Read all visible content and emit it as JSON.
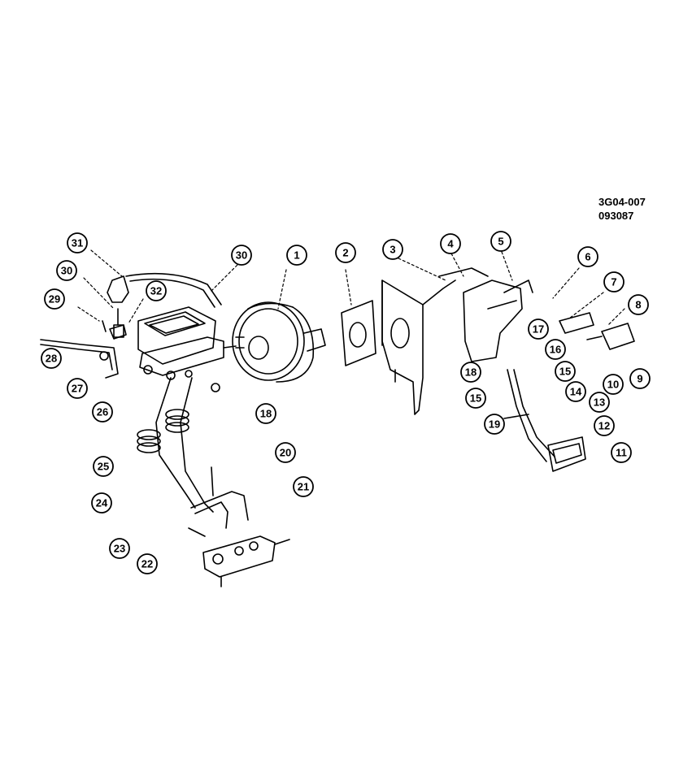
{
  "figure_code": "3G04-007",
  "figure_date": "093087",
  "callouts": [
    "1",
    "2",
    "3",
    "4",
    "5",
    "6",
    "7",
    "8",
    "9",
    "10",
    "11",
    "12",
    "13",
    "14",
    "15",
    "15",
    "16",
    "17",
    "18",
    "18",
    "19",
    "20",
    "21",
    "22",
    "23",
    "24",
    "25",
    "26",
    "27",
    "28",
    "29",
    "30",
    "30",
    "31",
    "32"
  ],
  "colors": {
    "ink": "#000000",
    "paper": "#ffffff"
  }
}
